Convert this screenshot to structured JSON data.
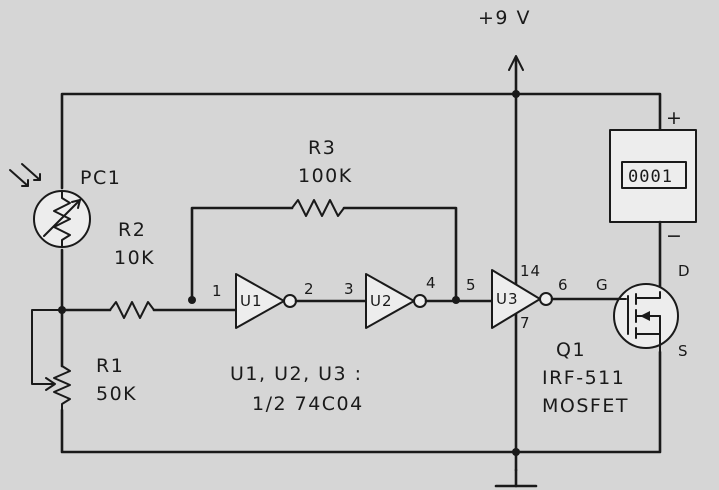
{
  "supply": {
    "label": "+9 V"
  },
  "components": {
    "pc1": {
      "ref": "PC1"
    },
    "r2": {
      "ref": "R2",
      "value": "10K"
    },
    "r3": {
      "ref": "R3",
      "value": "100K"
    },
    "r1": {
      "ref": "R1",
      "value": "50K"
    },
    "u1": {
      "ref": "U1"
    },
    "u2": {
      "ref": "U2"
    },
    "u3": {
      "ref": "U3"
    },
    "q1": {
      "ref": "Q1",
      "part": "IRF-511",
      "type": "MOSFET"
    },
    "counter": {
      "display": "0001",
      "plus": "+",
      "minus": "−"
    }
  },
  "ic_note": {
    "line1": "U1, U2, U3 :",
    "line2": "1/2 74C04"
  },
  "pins": {
    "p1": "1",
    "p2": "2",
    "p3": "3",
    "p4": "4",
    "p5": "5",
    "p14": "14",
    "p6": "6",
    "p7": "7",
    "gate": "G",
    "drain": "D",
    "source": "S"
  }
}
